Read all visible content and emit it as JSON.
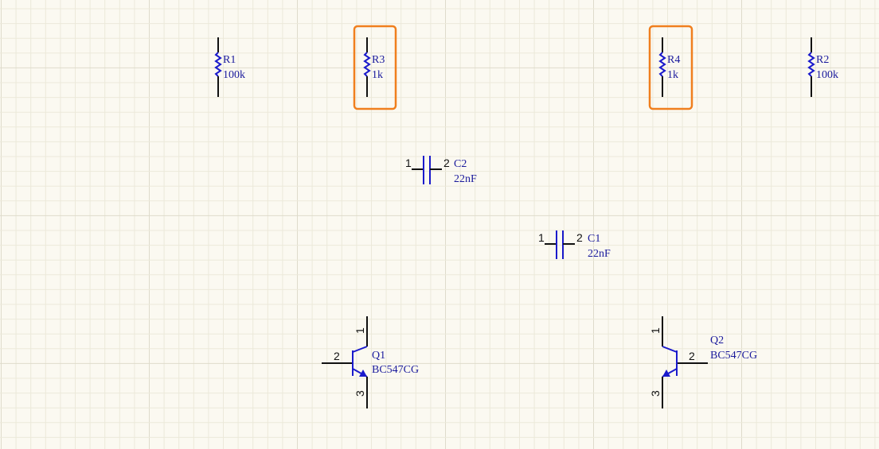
{
  "colors": {
    "background": "#fbf9f1",
    "grid_minor": "#ece9da",
    "grid_major": "#dedbcb",
    "component_body": "#1a1acc",
    "label_text": "#1a1a9c",
    "wire": "#111111",
    "selection": "#f07f1e"
  },
  "components": {
    "R1": {
      "designator": "R1",
      "value": "100k"
    },
    "R2": {
      "designator": "R2",
      "value": "100k"
    },
    "R3": {
      "designator": "R3",
      "value": "1k"
    },
    "R4": {
      "designator": "R4",
      "value": "1k"
    },
    "C1": {
      "designator": "C1",
      "value": "22nF",
      "pin1": "1",
      "pin2": "2"
    },
    "C2": {
      "designator": "C2",
      "value": "22nF",
      "pin1": "1",
      "pin2": "2"
    },
    "Q1": {
      "designator": "Q1",
      "value": "BC547CG",
      "pin1": "1",
      "pin2": "2",
      "pin3": "3"
    },
    "Q2": {
      "designator": "Q2",
      "value": "BC547CG",
      "pin1": "1",
      "pin2": "2",
      "pin3": "3"
    }
  },
  "selected": [
    "R3",
    "R4"
  ]
}
